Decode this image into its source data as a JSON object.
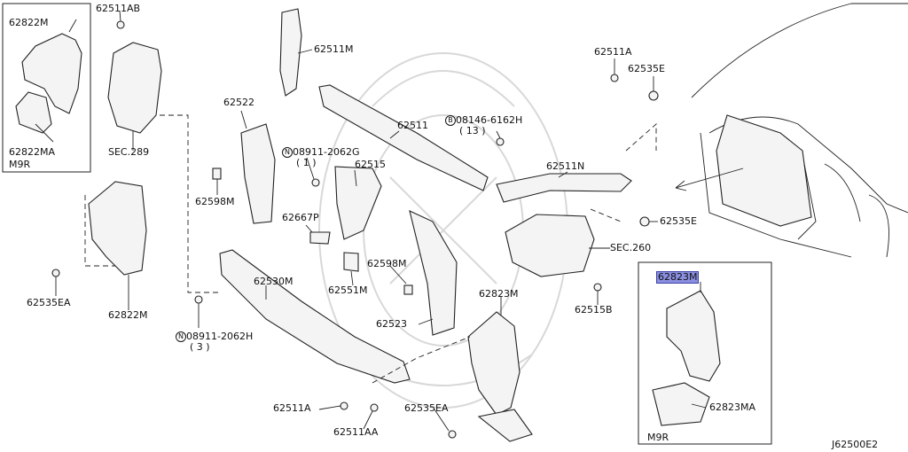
{
  "labels": {
    "inset_left_top": "62822M",
    "inset_left_bottom": "62822MA",
    "inset_left_variant": "M9R",
    "p62511AB": "62511AB",
    "sec289": "SEC.289",
    "p62511M": "62511M",
    "p62522": "62522",
    "p62598M_left": "62598M",
    "nut_g": "08911-2062G",
    "nut_g_qty": "( 1 )",
    "p62515": "62515",
    "p62511": "62511",
    "bolt_h": "08146-6162H",
    "bolt_h_qty": "( 13 )",
    "p62511A_top": "62511A",
    "p62535E_top": "62535E",
    "p62511N": "62511N",
    "p62535E_mid": "62535E",
    "sec260": "SEC.260",
    "p62667P": "62667P",
    "p62598M_mid": "62598M",
    "p62551M": "62551M",
    "p62530M": "62530M",
    "p62535EA_left": "62535EA",
    "p62822M_left": "62822M",
    "nut_h": "08911-2062H",
    "nut_h_qty": "( 3 )",
    "p62523": "62523",
    "p62823M_mid": "62823M",
    "p62515B": "62515B",
    "p62511A_bottom": "62511A",
    "p62511AA": "62511AA",
    "p62535EA_bottom": "62535EA",
    "inset_right_top": "62823M",
    "inset_right_bottom": "62823MA",
    "inset_right_variant": "M9R",
    "diagram_code": "J62500E2"
  },
  "highlight_color": "#8a8fe0"
}
